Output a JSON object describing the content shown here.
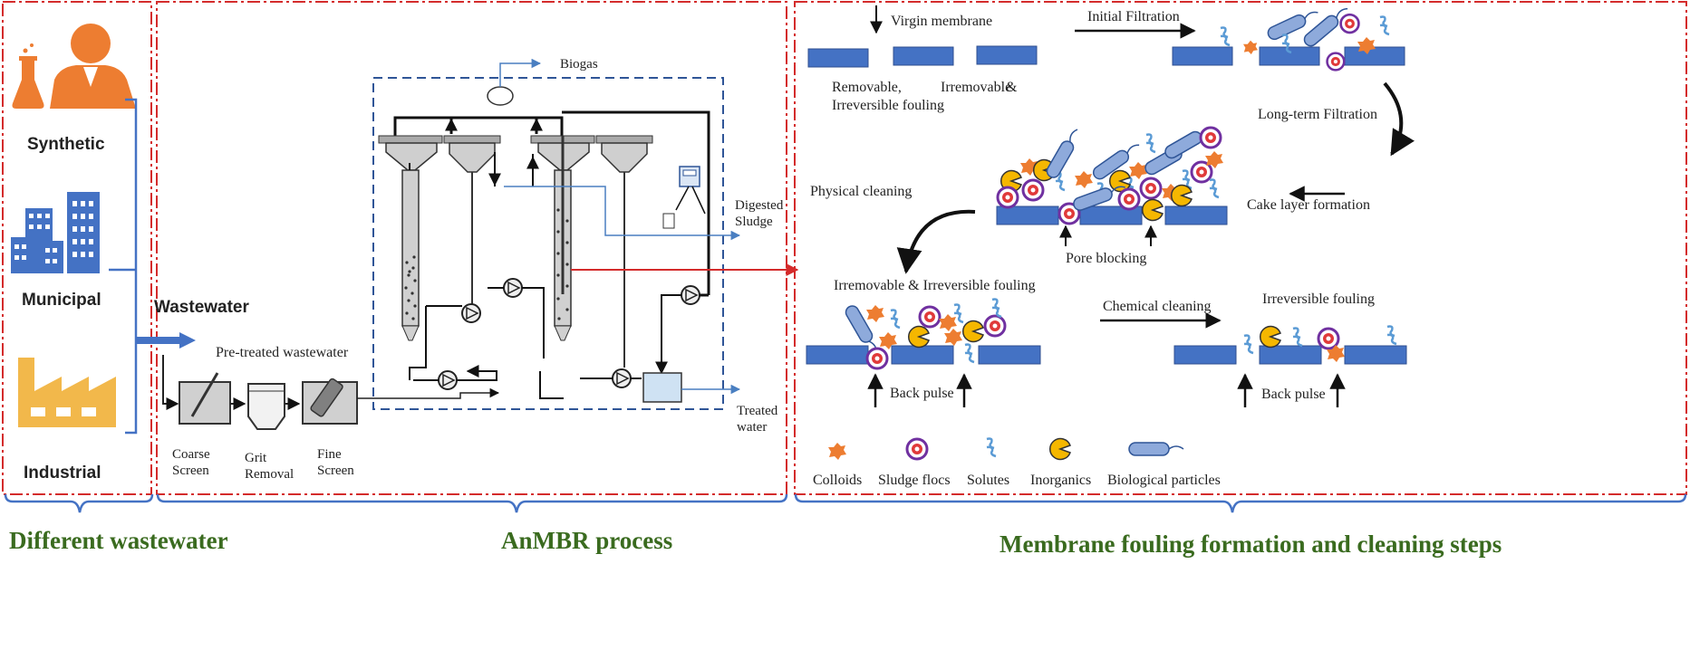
{
  "sections": {
    "left": {
      "footer": "Different wastewater",
      "sources": [
        {
          "label": "Synthetic",
          "icon": "scientist-flask-icon"
        },
        {
          "label": "Municipal",
          "icon": "city-buildings-icon"
        },
        {
          "label": "Industrial",
          "icon": "factory-icon"
        }
      ]
    },
    "middle": {
      "footer": "AnMBR process",
      "wastewater_label": "Wastewater",
      "pretreated_label": "Pre-treated wastewater",
      "pretreatment": [
        "Coarse Screen",
        "Grit Removal",
        "Fine Screen"
      ],
      "pretreatment_lines": [
        [
          "Coarse",
          "Screen"
        ],
        [
          "Grit",
          "Removal"
        ],
        [
          "Fine",
          "Screen"
        ]
      ],
      "biogas_label": "Biogas",
      "digested_lines": [
        "Digested",
        "Sludge"
      ],
      "treated_lines": [
        "Treated",
        "water"
      ]
    },
    "right": {
      "footer": "Membrane fouling formation and cleaning steps",
      "virgin_membrane": "Virgin membrane",
      "fouling_types": [
        "Removable,",
        "Irremovable",
        "&"
      ],
      "fouling_types_line2": "Irreversible fouling",
      "initial_filtration": "Initial Filtration",
      "long_term_filtration": "Long-term Filtration",
      "cake_layer": "Cake layer formation",
      "pore_blocking": "Pore blocking",
      "physical_cleaning": "Physical cleaning",
      "irremovable_irreversible": "Irremovable & Irreversible fouling",
      "chemical_cleaning": "Chemical cleaning",
      "irreversible_fouling": "Irreversible fouling",
      "back_pulse": "Back pulse",
      "legend": [
        "Colloids",
        "Sludge flocs",
        "Solutes",
        "Inorganics",
        "Biological particles"
      ]
    }
  },
  "colors": {
    "frame": "#d42b2b",
    "blue": "#4472c4",
    "orange": "#ed7d31",
    "gold": "#f2b84b",
    "footer_green": "#3a6b1f",
    "flow_blue": "#4a7fc1",
    "membrane": "#4472c4"
  }
}
